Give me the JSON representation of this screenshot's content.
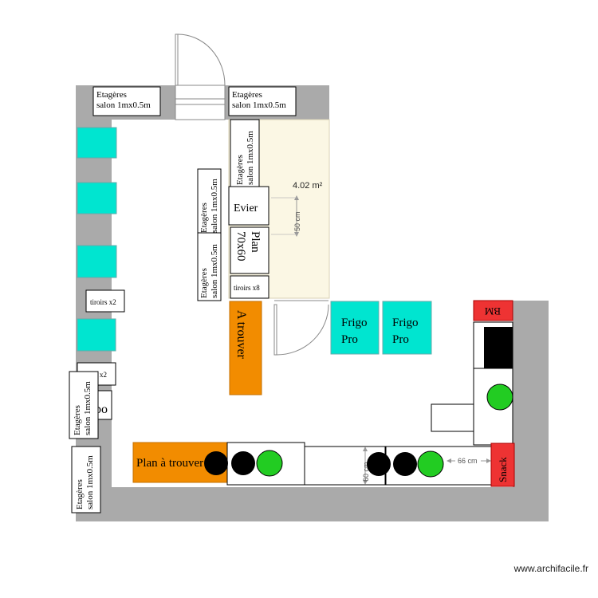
{
  "plan": {
    "labels": {
      "shelf": "Etagères salon 1mx0.5m",
      "shelf_l1": "Etagères",
      "shelf_l2": "salon 1mx0.5m",
      "area": "4.02 m²",
      "dim_50": "50 cm",
      "dim_60": "60 cm",
      "dim_66": "66 cm",
      "sink": "Evier",
      "plan_l1": "Plan",
      "plan_l2": "70x60",
      "drawers_8": "tiroirs x8",
      "drawers_2": "tiroirs x2",
      "x2": "x2",
      "po": "po",
      "a_trouver": "A trouver",
      "plan_a_trouver": "Plan à trouver",
      "frigo_l1": "Frigo",
      "frigo_l2": "Pro",
      "bm": "BM",
      "snack": "Snack"
    },
    "colors": {
      "wall": "#aaaaaa",
      "cyan": "#00e5d0",
      "orange": "#f28c00",
      "red": "#ee3333",
      "green": "#22cc22",
      "black": "#000000",
      "room_fill": "#fbf7e4"
    }
  },
  "footer": {
    "credit": "www.archifacile.fr"
  }
}
